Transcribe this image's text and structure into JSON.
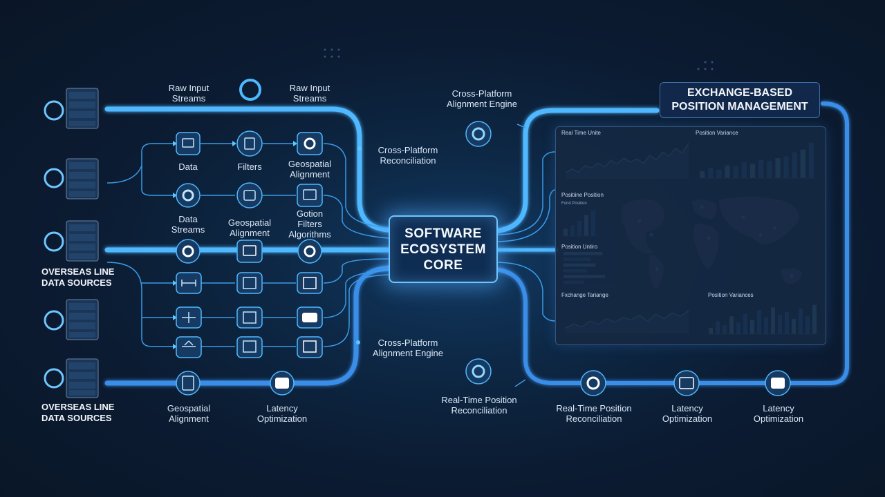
{
  "header_labels": {
    "raw_input_1": "Raw Input\nStreams",
    "raw_input_2": "Raw Input\nStreams"
  },
  "sources": {
    "label_top": "OVERSEAS LINE\nDATA SOURCES",
    "label_bottom": "OVERSEAS LINE\nDATA SOURCES"
  },
  "pipeline_labels": {
    "data": "Data",
    "filters": "Filters",
    "geospatial_alignment_1": "Geospatial\nAlignment",
    "data_streams": "Data\nStreams",
    "geospatial_alignment_2": "Geospatial\nAlignment",
    "gotion_filters": "Gotion\nFilters\nAlgorithms",
    "cross_platform_reconciliation": "Cross-Platform\nReconciliation",
    "cross_platform_alignment_lower": "Cross-Platform\nAlignment Engine",
    "geospatial_alignment_bottom": "Geospatial\nAlignment",
    "latency_optimization_bottom": "Latency\nOptimization"
  },
  "core": {
    "label": "SOFTWARE\nECOSYSTEM\nCORE"
  },
  "right_labels": {
    "cross_platform_alignment_top": "Cross-Platform\nAlignment Engine",
    "realtime_reconciliation_left": "Real-Time Position\nReconciliation",
    "realtime_reconciliation_bottom": "Real-Time Position\nReconciliation",
    "latency_optimization_1": "Latency\nOptimization",
    "latency_optimization_2": "Latency\nOptimization"
  },
  "exchange_box": {
    "title": "EXCHANGE-BASED\nPOSITION MANAGEMENT"
  },
  "dashboard": {
    "panel_realtime": "Real Time Unite",
    "panel_position_variance": "Position Variance",
    "panel_position_map": "Positiine Position",
    "panel_map_sub": "Fond Position",
    "panel_position_units": "Position Untiro",
    "panel_exchange_variance": "Fxchange Tariange",
    "panel_position_variances": "Position Variances"
  },
  "colors": {
    "accent": "#5bc8ff",
    "pipe": "#3aa8ff",
    "bar": "#2f8fdc",
    "bar_bright": "#6fd4ff",
    "area_fill": "#1d4f80"
  },
  "chart_data": [
    {
      "type": "area",
      "values": [
        10,
        18,
        12,
        25,
        20,
        30,
        22,
        35,
        28,
        40,
        32,
        38,
        30,
        45,
        36,
        52,
        44,
        60,
        50,
        70
      ],
      "ylim": [
        0,
        80
      ]
    },
    {
      "type": "bar",
      "values": [
        12,
        18,
        15,
        22,
        20,
        28,
        25,
        32,
        30,
        35,
        38,
        45,
        50,
        62
      ],
      "ylim": [
        0,
        70
      ]
    },
    {
      "type": "bar",
      "values": [
        20,
        30,
        42,
        58,
        70
      ],
      "ylim": [
        0,
        80
      ]
    },
    {
      "type": "bar",
      "orientation": "horizontal",
      "values": [
        75,
        52,
        62,
        45,
        80,
        40
      ],
      "ylim": [
        0,
        100
      ]
    },
    {
      "type": "area",
      "values": [
        8,
        15,
        10,
        20,
        14,
        24,
        18,
        26,
        22,
        30,
        20,
        32,
        24,
        34,
        28,
        38
      ],
      "ylim": [
        0,
        50
      ]
    },
    {
      "type": "bar",
      "values": [
        10,
        20,
        14,
        28,
        18,
        32,
        22,
        38,
        26,
        42,
        30,
        35,
        24,
        40,
        28,
        46
      ],
      "ylim": [
        0,
        50
      ]
    }
  ]
}
